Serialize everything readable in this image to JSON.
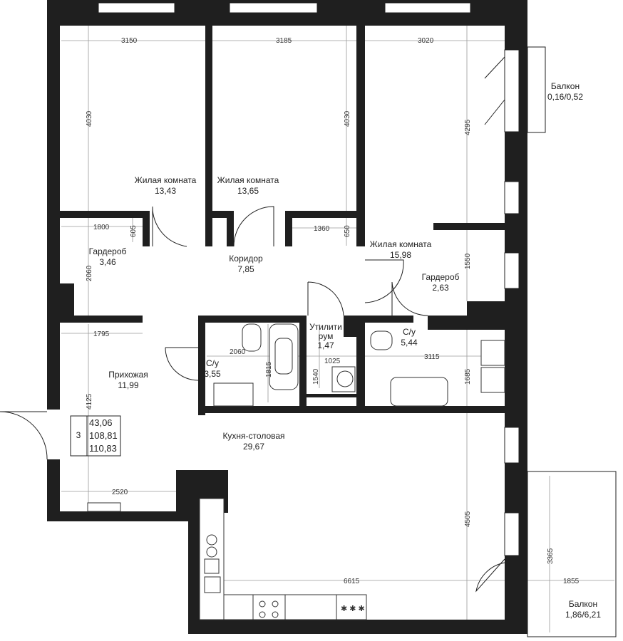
{
  "rooms": {
    "bedroom1": {
      "name": "Жилая комната",
      "area": "13,43"
    },
    "bedroom2": {
      "name": "Жилая комната",
      "area": "13,65"
    },
    "bedroom3": {
      "name": "Жилая комната",
      "area": "15,98"
    },
    "wardrobe1": {
      "name": "Гардероб",
      "area": "3,46"
    },
    "wardrobe2": {
      "name": "Гардероб",
      "area": "2,63"
    },
    "corridor": {
      "name": "Коридор",
      "area": "7,85"
    },
    "hall": {
      "name": "Прихожая",
      "area": "11,99"
    },
    "bath1": {
      "name": "С/у",
      "area": "3,55"
    },
    "bath2": {
      "name": "С/у",
      "area": "5,44"
    },
    "utility": {
      "name1": "Утилити",
      "name2": "рум",
      "area": "1,47"
    },
    "kitchen": {
      "name": "Кухня-столовая",
      "area": "29,67"
    },
    "balcony1": {
      "name": "Балкон",
      "area": "0,16/0,52"
    },
    "balcony2": {
      "name": "Балкон",
      "area": "1,86/6,21"
    }
  },
  "summary": {
    "rooms_count": "3",
    "living_area": "43,06",
    "total_area": "108,81",
    "total_with_balcony": "110,83"
  },
  "dims": {
    "d3150": "3150",
    "d3185": "3185",
    "d3020": "3020",
    "d4030a": "4030",
    "d4030b": "4030",
    "d4295": "4295",
    "d1800": "1800",
    "d605": "605",
    "d1360": "1360",
    "d650": "650",
    "d2060a": "2060",
    "d1550": "1550",
    "d1795": "1795",
    "d2060b": "2060",
    "d1815": "1815",
    "d1540": "1540",
    "d1025": "1025",
    "d3115": "3115",
    "d1685": "1685",
    "d4125": "4125",
    "d2520": "2520",
    "d4505": "4505",
    "d6615": "6615",
    "d3365": "3365",
    "d1855": "1855"
  }
}
